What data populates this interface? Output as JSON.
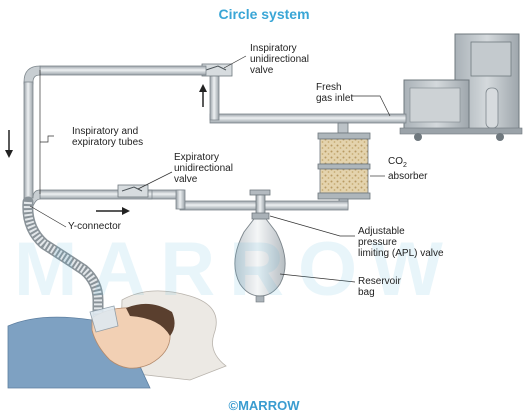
{
  "title": "Circle system",
  "labels": {
    "inspiratory_valve": "Inspiratory\nunidirectional\nvalve",
    "fresh_gas_inlet": "Fresh\ngas inlet",
    "inspiratory_expiratory_tubes": "Inspiratory and\nexpiratory tubes",
    "expiratory_valve": "Expiratory\nunidirectional\nvalve",
    "co2": "CO",
    "co2_sub": "2",
    "co2_absorber": "absorber",
    "y_connector": "Y-connector",
    "apl_valve": "Adjustable\npressure\nlimiting (APL) valve",
    "reservoir_bag": "Reservoir\nbag"
  },
  "watermark": "MARROW",
  "footer": "©MARROW",
  "colors": {
    "title": "#3aa6d6",
    "tube": "#c9cfd4",
    "tube_edge": "#7d868c",
    "absorber_granules": "#dcc9a0",
    "machine": "#b7bec4",
    "watermark": "#58b6dc"
  }
}
